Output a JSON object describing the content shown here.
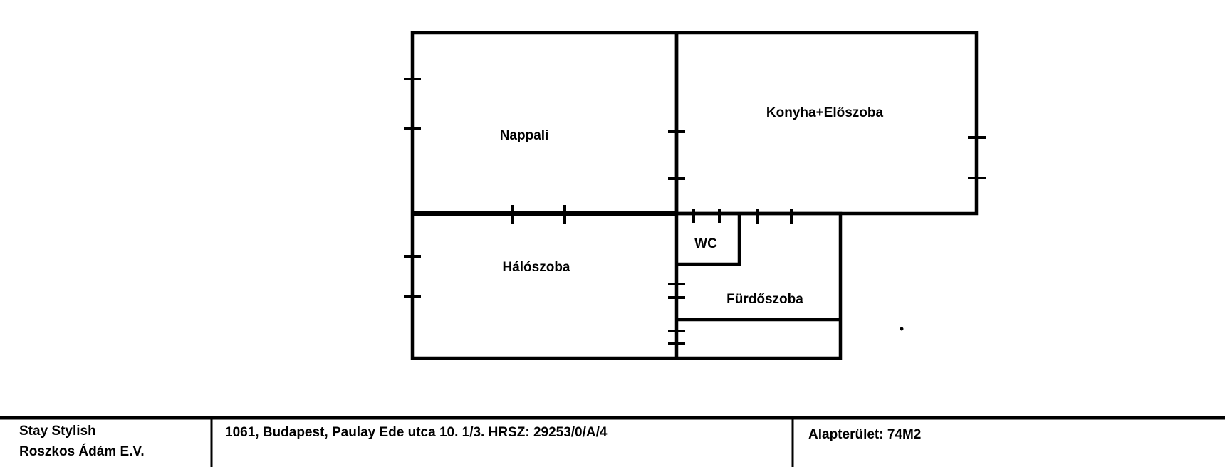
{
  "rooms": {
    "nappali": "Nappali",
    "konyha": "Konyha+Előszoba",
    "wc": "WC",
    "haloszoba": "Hálószoba",
    "furdoszoba": "Fürdőszoba"
  },
  "title_block": {
    "company": "Stay Stylish",
    "owner": "Roszkos Ádám E.V.",
    "address": "1061, Budapest, Paulay Ede utca 10. 1/3. HRSZ: 29253/0/A/4",
    "area": "Alapterület: 74M2"
  }
}
